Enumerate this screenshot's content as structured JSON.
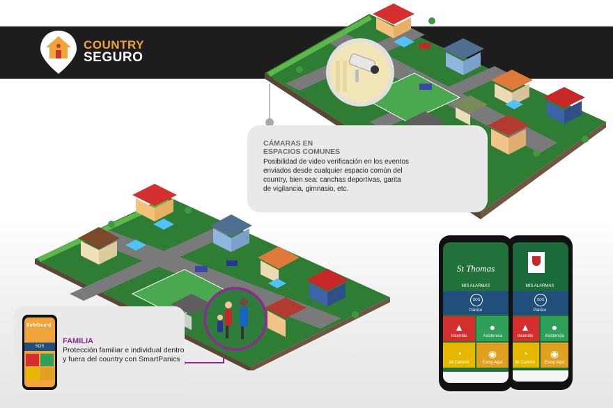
{
  "brand": {
    "name_line1": "COUNTRY",
    "name_line2": "SEGURO",
    "colors": {
      "bar": "#1d1d1d",
      "accent": "#f0a43a",
      "logo_red": "#c0392b"
    }
  },
  "callout_cameras": {
    "title_line1": "CÁMARAS EN",
    "title_line2": "ESPACIOS COMUNES",
    "body": "Posibilidad de video verificación en los eventos enviados desde cualquier espacio común del country, bien sea: canchas deportivas, garita de vigilancia, gimnasio, etc."
  },
  "callout_family": {
    "title": "FAMILIA",
    "body": "Protección familiar e individual dentro y fuera del country con SmartPanics"
  },
  "phone_left": {
    "header_text": "St Thomas",
    "section_label": "MIS ALARMAS",
    "sos_label": "SOS",
    "sos_caption": "Pánico",
    "tiles": [
      {
        "label": "Incendio",
        "icon": "fire-icon",
        "color": "#d32f2f"
      },
      {
        "label": "Asistencia",
        "icon": "person-icon",
        "color": "#2ea05a"
      },
      {
        "label": "Mi Camino",
        "icon": "timer-icon",
        "color": "#e6b800"
      },
      {
        "label": "Estoy Aquí",
        "icon": "location-pin-icon",
        "color": "#e0a020"
      }
    ]
  },
  "phone_right": {
    "section_label": "MIS ALARMAS",
    "sos_label": "SOS",
    "sos_caption": "Pánico",
    "tiles": [
      {
        "label": "Incendio",
        "icon": "fire-icon",
        "color": "#d32f2f"
      },
      {
        "label": "Asistencia",
        "icon": "person-icon",
        "color": "#2ea05a"
      },
      {
        "label": "Mi Camino",
        "icon": "timer-icon",
        "color": "#e6b800"
      },
      {
        "label": "Estoy Aquí",
        "icon": "location-pin-icon",
        "color": "#e0a020"
      }
    ]
  },
  "small_phone": {
    "brand": "SafeGuard",
    "sos_label": "SOS"
  }
}
